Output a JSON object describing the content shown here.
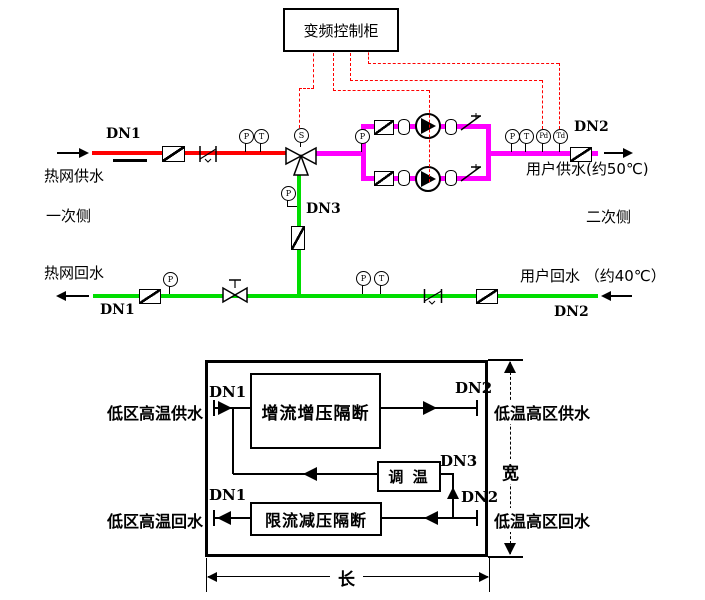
{
  "control_cabinet": {
    "label": "变频控制柜"
  },
  "instruments": {
    "pressure": "P",
    "temperature": "T",
    "actuator": "S",
    "pressure_tx": "Pd",
    "temperature_tx": "Td"
  },
  "primary_side": {
    "supply_label": "热网供水",
    "supply_dn": "DN1",
    "side_label": "一次侧",
    "return_label": "热网回水",
    "return_dn": "DN1"
  },
  "secondary_side": {
    "supply_label": "用户供水(约50℃)",
    "supply_dn": "DN2",
    "side_label": "二次侧",
    "return_label": "用户回水 （约40℃）",
    "return_dn": "DN2"
  },
  "bypass": {
    "dn": "DN3"
  },
  "unit_diagram": {
    "supply_row": {
      "dn_in": "DN1",
      "box": "增流增压隔断",
      "dn_out": "DN2",
      "label_left": "低区高温供水",
      "label_right": "低温高区供水"
    },
    "mid_row": {
      "box": "调 温",
      "dn3": "DN3",
      "dn2": "DN2"
    },
    "return_row": {
      "dn_out": "DN1",
      "box": "限流减压隔断",
      "dn_in": "DN2",
      "label_left": "低区高温回水",
      "label_right": "低温高区回水"
    },
    "dim_width": "宽",
    "dim_length": "长"
  },
  "colors": {
    "primary_supply": "#ff0000",
    "secondary_loop": "#ff00ff",
    "return_water": "#00dd00",
    "signal": "#ff0000"
  }
}
